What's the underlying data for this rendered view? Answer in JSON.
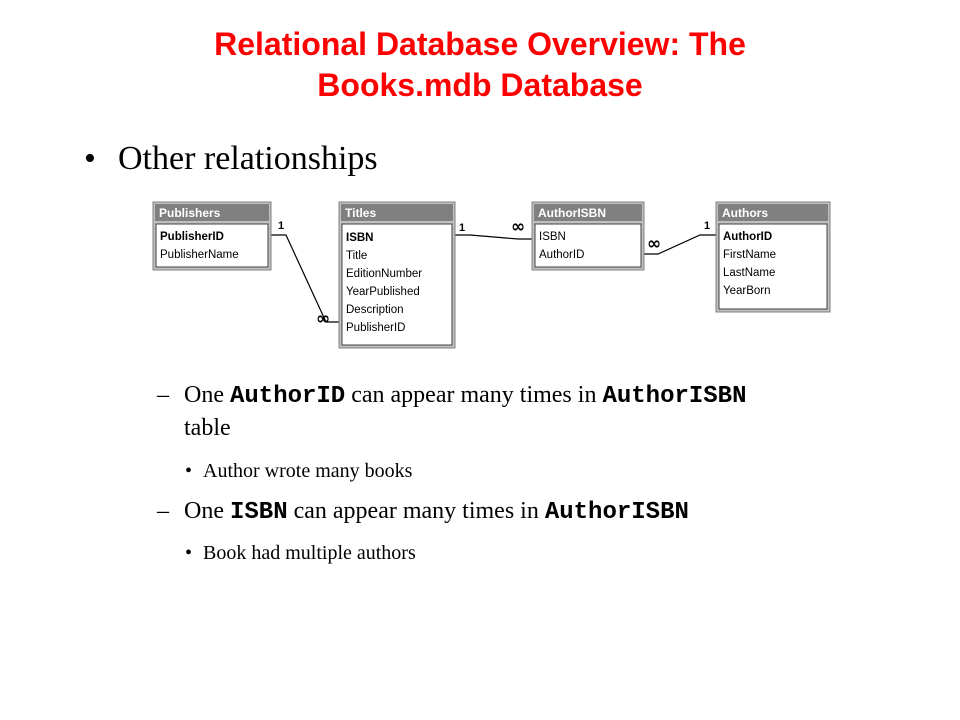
{
  "slide": {
    "title_lines": [
      "Relational Database Overview: The",
      "Books.mdb Database"
    ],
    "bullet1": "Other relationships",
    "sub1": {
      "pre": "One ",
      "code1": "AuthorID",
      "mid": " can appear many times in ",
      "code2": "AuthorISBN",
      "line2": "table"
    },
    "subsub1": "Author wrote many books",
    "sub2": {
      "pre": "One ",
      "code1": "ISBN",
      "mid": " can appear many times in ",
      "code2": "AuthorISBN"
    },
    "subsub2": "Book had multiple authors"
  },
  "diagram": {
    "tables": [
      {
        "name": "Publishers",
        "fields": [
          "PublisherID",
          "PublisherName"
        ]
      },
      {
        "name": "Titles",
        "fields": [
          "ISBN",
          "Title",
          "EditionNumber",
          "YearPublished",
          "Description",
          "PublisherID"
        ]
      },
      {
        "name": "AuthorISBN",
        "fields": [
          "ISBN",
          "AuthorID"
        ]
      },
      {
        "name": "Authors",
        "fields": [
          "AuthorID",
          "FirstName",
          "LastName",
          "YearBorn"
        ]
      }
    ],
    "relationship_one": "1",
    "relationship_many": "∞",
    "colors": {
      "title_bar": "#808080",
      "frame": "#c0c0c0"
    }
  }
}
